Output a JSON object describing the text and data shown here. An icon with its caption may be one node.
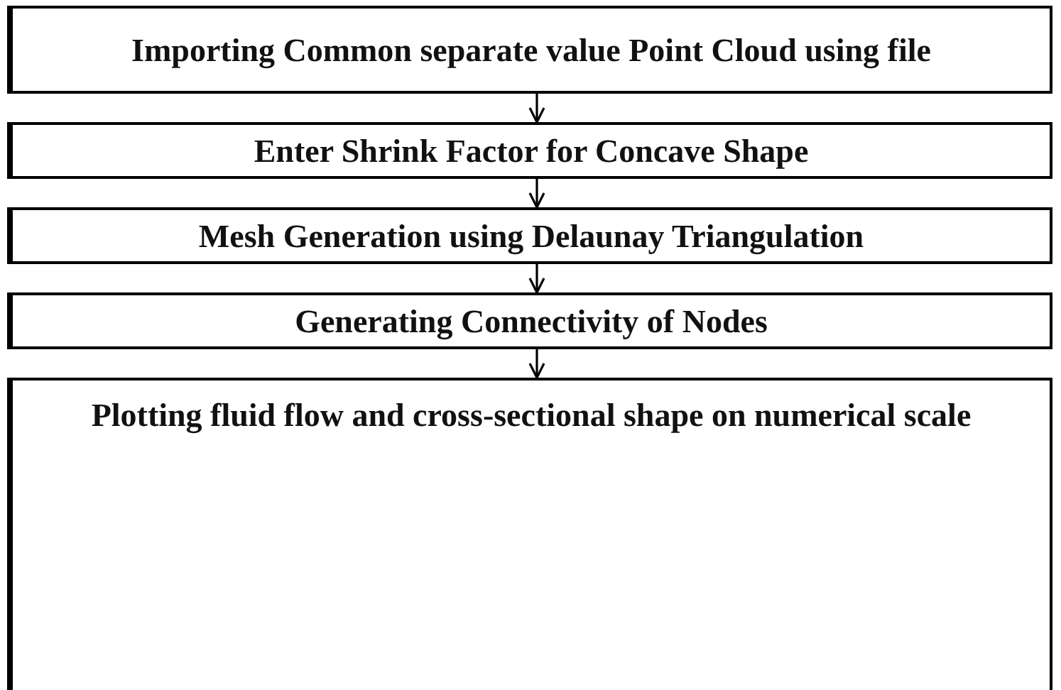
{
  "diagram": {
    "nodes": [
      {
        "text": [
          "Importing Common separate value Point Cloud using file"
        ]
      },
      {
        "text": [
          "Enter Shrink Factor for Concave Shape"
        ]
      },
      {
        "text": [
          "Mesh Generation using Delaunay Triangulation"
        ]
      },
      {
        "text": [
          "Generating Connectivity of Nodes"
        ]
      },
      {
        "text": [
          "Plotting fluid flow and cross-sectional shape on numerical scale"
        ]
      }
    ],
    "edges": [
      {
        "from": 0,
        "to": 1,
        "arrow": "to"
      },
      {
        "from": 1,
        "to": 2,
        "arrow": "to"
      },
      {
        "from": 2,
        "to": 3,
        "arrow": "to"
      },
      {
        "from": 3,
        "to": 4,
        "arrow": "to"
      }
    ]
  }
}
